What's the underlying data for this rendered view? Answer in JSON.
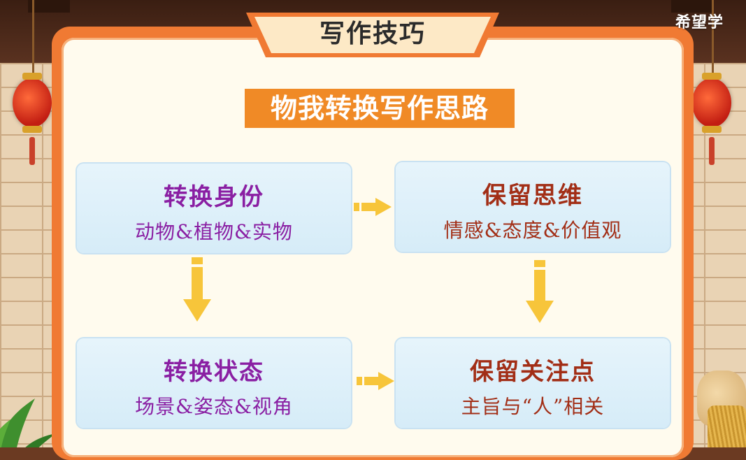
{
  "header": {
    "tag_title": "写作技巧",
    "logo": "希望学"
  },
  "subtitle": "物我转换写作思路",
  "boxes": {
    "top_left": {
      "title": "转换身份",
      "detail": "动物&植物&实物"
    },
    "top_right": {
      "title": "保留思维",
      "detail": "情感&态度&价值观"
    },
    "bottom_left": {
      "title": "转换状态",
      "detail": "场景&姿态&视角"
    },
    "bottom_right": {
      "title": "保留关注点",
      "detail": "主旨与“人”相关"
    }
  },
  "colors": {
    "frame": "#f07a33",
    "subtitle_bg": "#f08a26",
    "purple_text": "#8a1fa3",
    "brown_text": "#a22e16",
    "arrow": "#f7c53a",
    "box_bg": "#e6f4fb"
  },
  "icons": [
    "arrow-right-icon",
    "arrow-down-icon",
    "lantern-icon",
    "plant-icon"
  ]
}
